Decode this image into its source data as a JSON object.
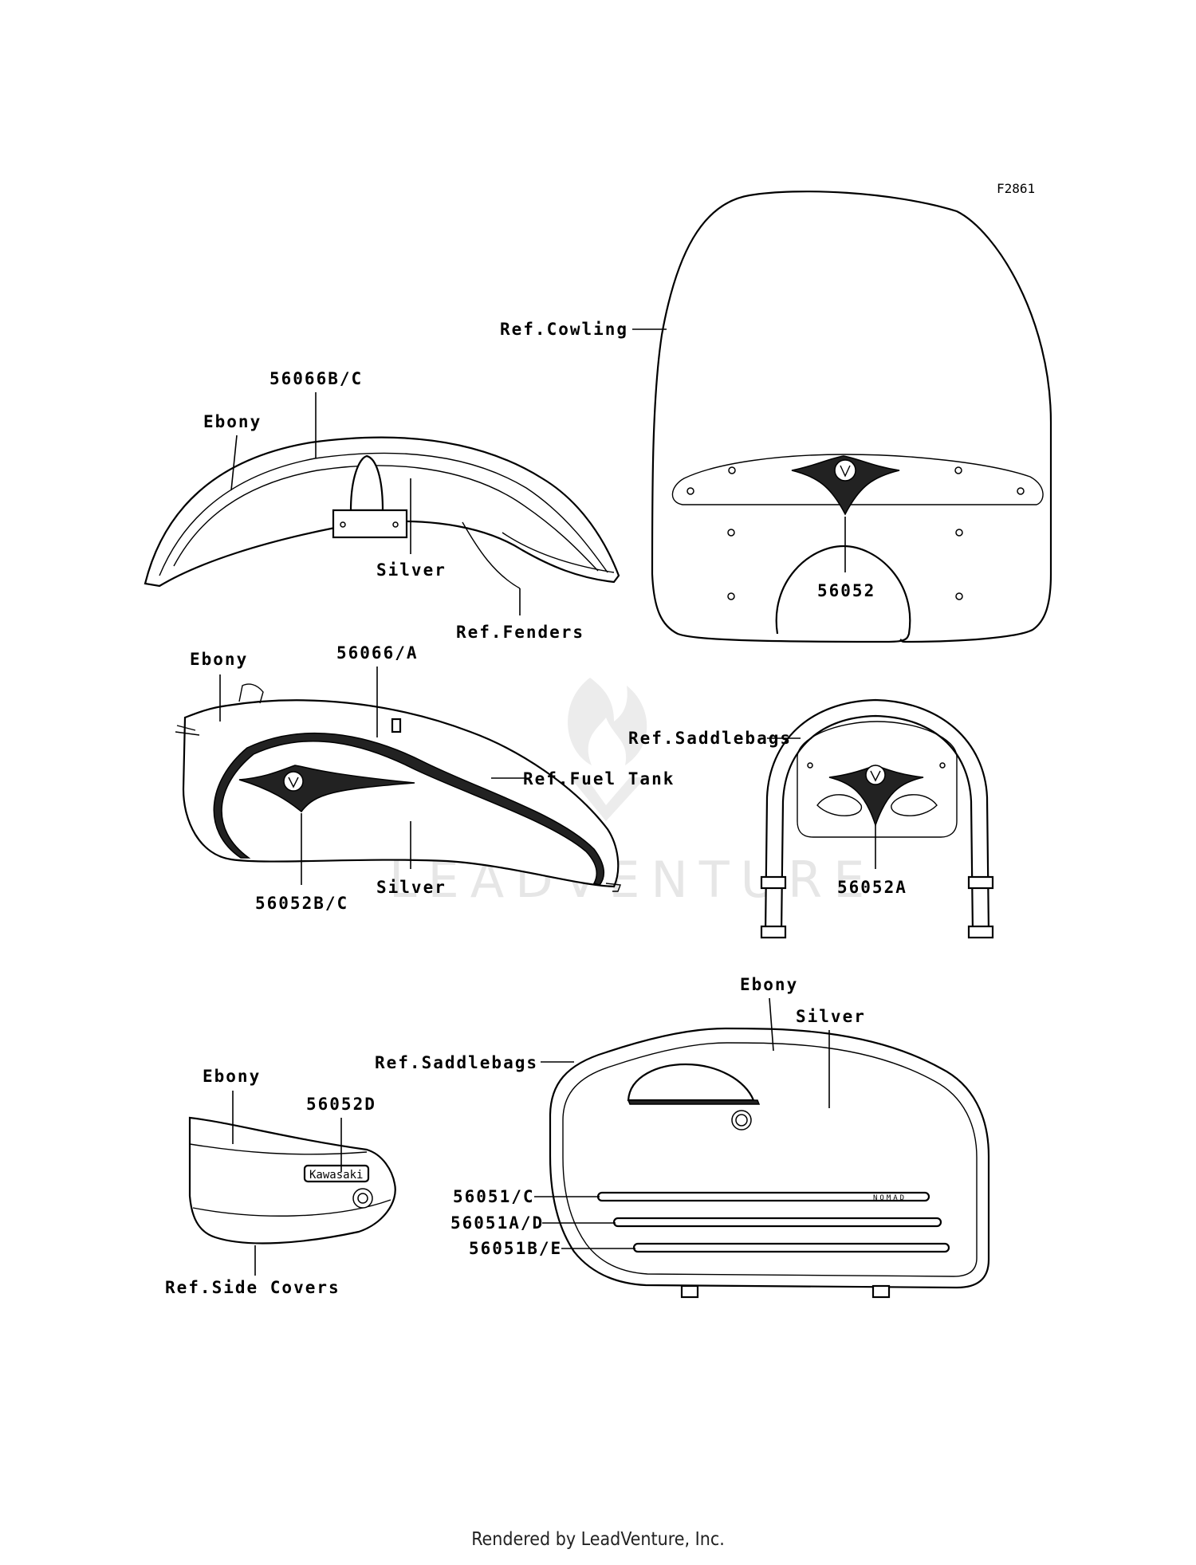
{
  "figure_code": "F2861",
  "watermark": "LEADVENTURE",
  "footer": "Rendered by LeadVenture, Inc.",
  "groups": {
    "front_fender": {
      "part_number": "56066B/C",
      "color_a": "Ebony",
      "color_b": "Silver",
      "ref": "Ref.Fenders"
    },
    "windshield": {
      "ref": "Ref.Cowling",
      "part_number": "56052"
    },
    "fuel_tank": {
      "color_a": "Ebony",
      "part_number_stripe": "56066/A",
      "ref": "Ref.Fuel Tank",
      "color_b": "Silver",
      "part_number_emblem": "56052B/C"
    },
    "backrest": {
      "ref": "Ref.Saddlebags",
      "part_number": "56052A"
    },
    "side_cover": {
      "color": "Ebony",
      "part_number": "56052D",
      "emblem_text": "Kawasaki",
      "ref": "Ref.Side Covers"
    },
    "saddlebag": {
      "color_a": "Ebony",
      "color_b": "Silver",
      "ref": "Ref.Saddlebags",
      "stripe_1": "56051/C",
      "stripe_1_text": "NOMAD",
      "stripe_2": "56051A/D",
      "stripe_3": "56051B/E"
    }
  }
}
